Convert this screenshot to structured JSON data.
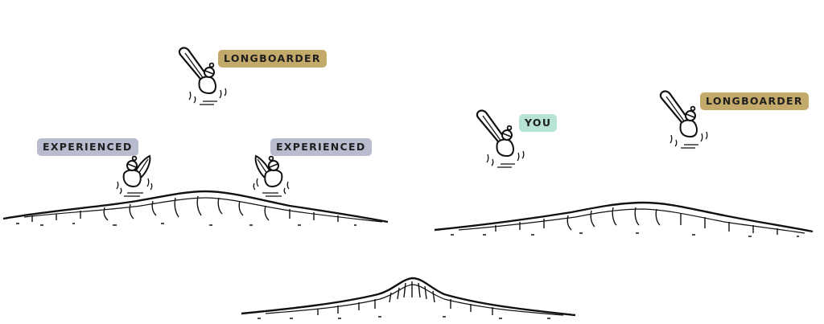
{
  "labels": {
    "longboarder_left": "LONGBOARDER",
    "experienced_left": "EXPERIENCED",
    "experienced_right": "EXPERIENCED",
    "you": "YOU",
    "longboarder_right": "LONGBOARDER"
  },
  "colors": {
    "longboarder": "#c3a96a",
    "experienced": "#b9bccf",
    "you": "#b7e2d6",
    "ink": "#111111"
  },
  "icons": {
    "surfer": "surfer-on-board",
    "wave": "wave-swell"
  }
}
